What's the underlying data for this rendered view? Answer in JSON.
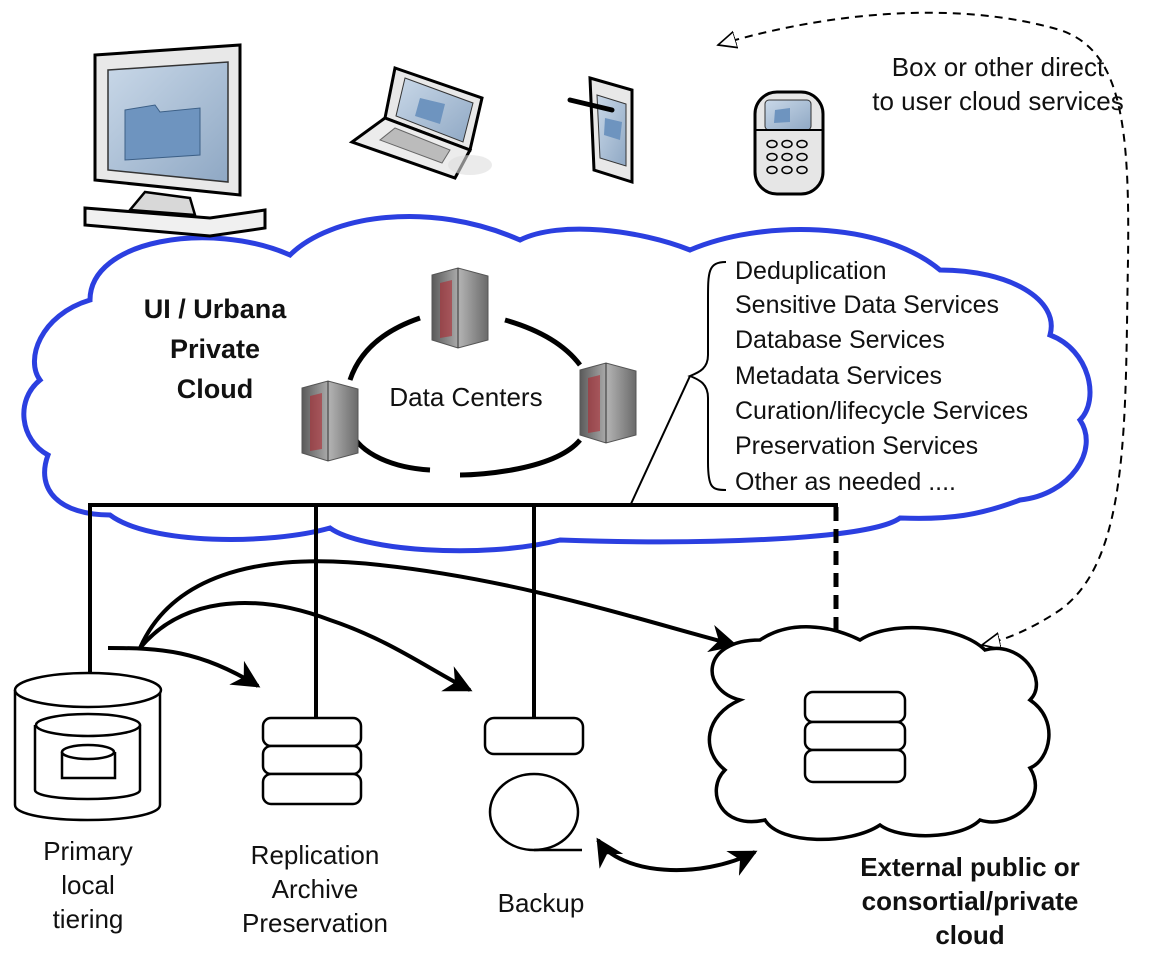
{
  "cloud_label": {
    "line1": "UI / Urbana",
    "line2": "Private",
    "line3": "Cloud"
  },
  "data_centers_label": "Data Centers",
  "services": [
    "Deduplication",
    "Sensitive Data Services",
    "Database Services",
    "Metadata Services",
    "Curation/lifecycle Services",
    "Preservation Services",
    "Other as needed ...."
  ],
  "direct_label": {
    "line1": "Box or other direct",
    "line2": "to user cloud services"
  },
  "storage": {
    "primary": {
      "line1": "Primary",
      "line2": "local",
      "line3": "tiering"
    },
    "replication": {
      "line1": "Replication",
      "line2": "Archive",
      "line3": "Preservation"
    },
    "backup": {
      "line1": "Backup"
    },
    "external": {
      "line1": "External public or",
      "line2": "consortial/private",
      "line3": "cloud"
    }
  },
  "icons": [
    "desktop-monitor-icon",
    "laptop-icon",
    "tablet-icon",
    "phone-icon",
    "server-rack-icon",
    "disk-cylinder-icon",
    "database-stack-icon",
    "tape-icon"
  ],
  "colors": {
    "cloud_outline": "#2b3fe0",
    "line": "#000000",
    "server": "#8a8a8a",
    "server_accent": "#b3202a",
    "screen": "#8fb0d0"
  }
}
